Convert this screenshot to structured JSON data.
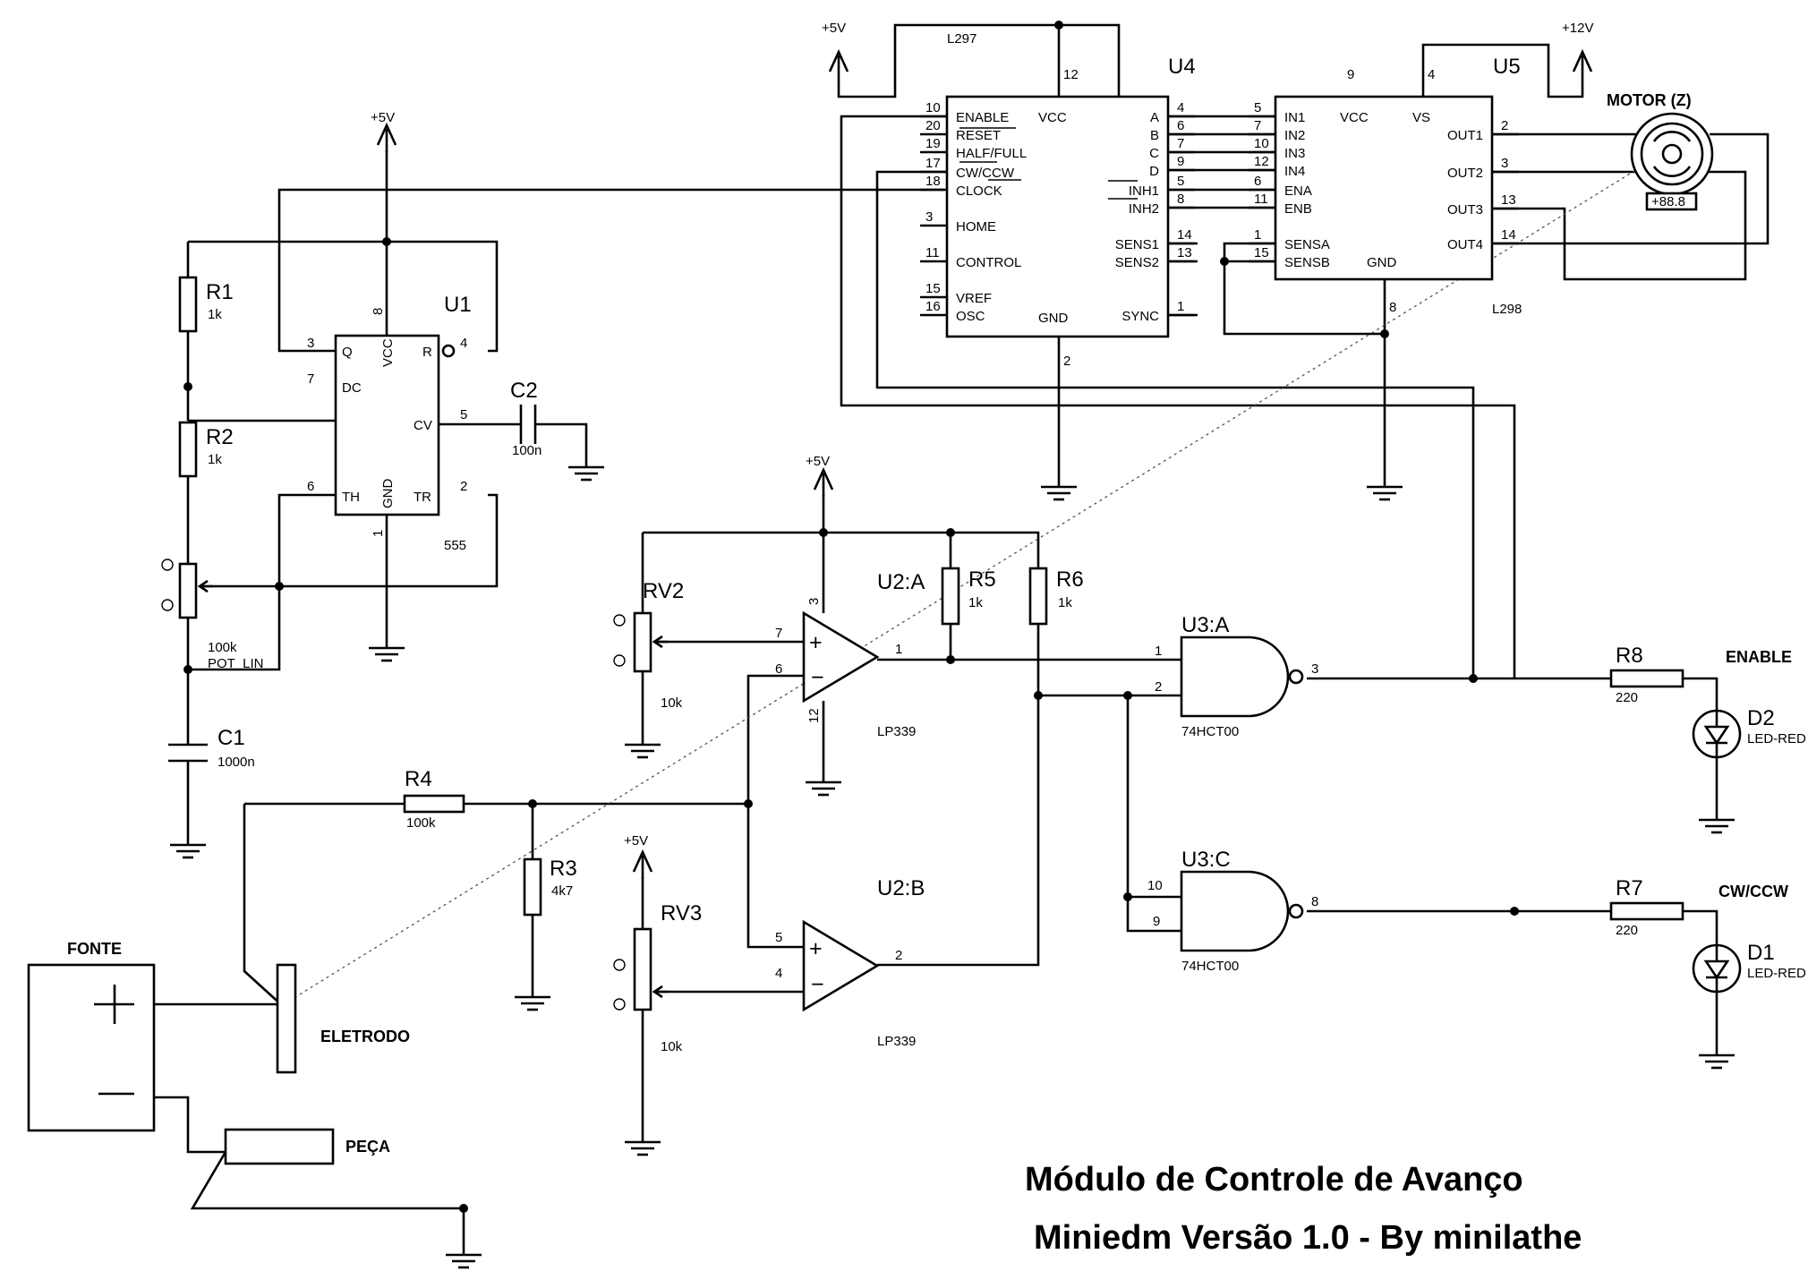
{
  "title": {
    "line1": "Módulo de Controle de Avanço",
    "line2": "Miniedm Versão 1.0 - By minilathe"
  },
  "rails": {
    "p5": "+5V",
    "p12": "+12V"
  },
  "u1": {
    "ref": "U1",
    "type": "555",
    "pins": {
      "q": "Q",
      "dc": "DC",
      "vcc": "VCC",
      "r": "R",
      "cv": "CV",
      "th": "TH",
      "gnd": "GND",
      "tr": "TR"
    },
    "nums": {
      "q": "3",
      "dc": "7",
      "vcc": "8",
      "r": "4",
      "cv": "5",
      "th": "6",
      "gnd": "1",
      "tr": "2"
    }
  },
  "r1": {
    "ref": "R1",
    "val": "1k"
  },
  "r2": {
    "ref": "R2",
    "val": "1k"
  },
  "pot1": {
    "val": "100k",
    "type": "POT_LIN"
  },
  "c1": {
    "ref": "C1",
    "val": "1000n"
  },
  "c2": {
    "ref": "C2",
    "val": "100n"
  },
  "u4": {
    "ref": "U4",
    "type": "L297",
    "left": [
      {
        "n": "10",
        "l": "ENABLE"
      },
      {
        "n": "20",
        "l": "RESET"
      },
      {
        "n": "19",
        "l": "HALF/FULL"
      },
      {
        "n": "17",
        "l": "CW/CCW"
      },
      {
        "n": "18",
        "l": "CLOCK"
      },
      {
        "n": "3",
        "l": "HOME"
      },
      {
        "n": "11",
        "l": "CONTROL"
      },
      {
        "n": "15",
        "l": "VREF"
      },
      {
        "n": "16",
        "l": "OSC"
      }
    ],
    "right": [
      {
        "n": "4",
        "l": "A"
      },
      {
        "n": "6",
        "l": "B"
      },
      {
        "n": "7",
        "l": "C"
      },
      {
        "n": "9",
        "l": "D"
      },
      {
        "n": "5",
        "l": "INH1"
      },
      {
        "n": "8",
        "l": "INH2"
      },
      {
        "n": "14",
        "l": "SENS1"
      },
      {
        "n": "13",
        "l": "SENS2"
      },
      {
        "n": "1",
        "l": "SYNC"
      }
    ],
    "vcc": "VCC",
    "vcc_n": "12",
    "gnd": "GND",
    "gnd_n": "2"
  },
  "u5": {
    "ref": "U5",
    "type": "L298",
    "left": [
      {
        "n": "5",
        "l": "IN1"
      },
      {
        "n": "7",
        "l": "IN2"
      },
      {
        "n": "10",
        "l": "IN3"
      },
      {
        "n": "12",
        "l": "IN4"
      },
      {
        "n": "6",
        "l": "ENA"
      },
      {
        "n": "11",
        "l": "ENB"
      },
      {
        "n": "1",
        "l": "SENSA"
      },
      {
        "n": "15",
        "l": "SENSB"
      }
    ],
    "right": [
      {
        "n": "2",
        "l": "OUT1"
      },
      {
        "n": "3",
        "l": "OUT2"
      },
      {
        "n": "13",
        "l": "OUT3"
      },
      {
        "n": "14",
        "l": "OUT4"
      }
    ],
    "vcc": "VCC",
    "vcc_n": "9",
    "vs": "VS",
    "vs_n": "4",
    "gnd": "GND",
    "gnd_n": "8"
  },
  "motor": {
    "label": "MOTOR (Z)",
    "readout": "+88.8"
  },
  "u2a": {
    "ref": "U2:A",
    "type": "LP339",
    "plus": "7",
    "minus": "6",
    "out": "1",
    "vcc": "3",
    "gnd": "12"
  },
  "u2b": {
    "ref": "U2:B",
    "type": "LP339",
    "plus": "5",
    "minus": "4",
    "out": "2"
  },
  "rv2": {
    "ref": "RV2",
    "val": "10k"
  },
  "rv3": {
    "ref": "RV3",
    "val": "10k"
  },
  "r3": {
    "ref": "R3",
    "val": "4k7"
  },
  "r4": {
    "ref": "R4",
    "val": "100k"
  },
  "r5": {
    "ref": "R5",
    "val": "1k"
  },
  "r6": {
    "ref": "R6",
    "val": "1k"
  },
  "r7": {
    "ref": "R7",
    "val": "220"
  },
  "r8": {
    "ref": "R8",
    "val": "220"
  },
  "u3a": {
    "ref": "U3:A",
    "type": "74HCT00",
    "in1": "1",
    "in2": "2",
    "out": "3"
  },
  "u3c": {
    "ref": "U3:C",
    "type": "74HCT00",
    "in1": "10",
    "in2": "9",
    "out": "8"
  },
  "d1": {
    "ref": "D1",
    "type": "LED-RED"
  },
  "d2": {
    "ref": "D2",
    "type": "LED-RED"
  },
  "labels": {
    "enable": "ENABLE",
    "cwccw": "CW/CCW",
    "fonte": "FONTE",
    "eletrodo": "ELETRODO",
    "peca": "PEÇA",
    "plus": "+",
    "minus": "−"
  }
}
